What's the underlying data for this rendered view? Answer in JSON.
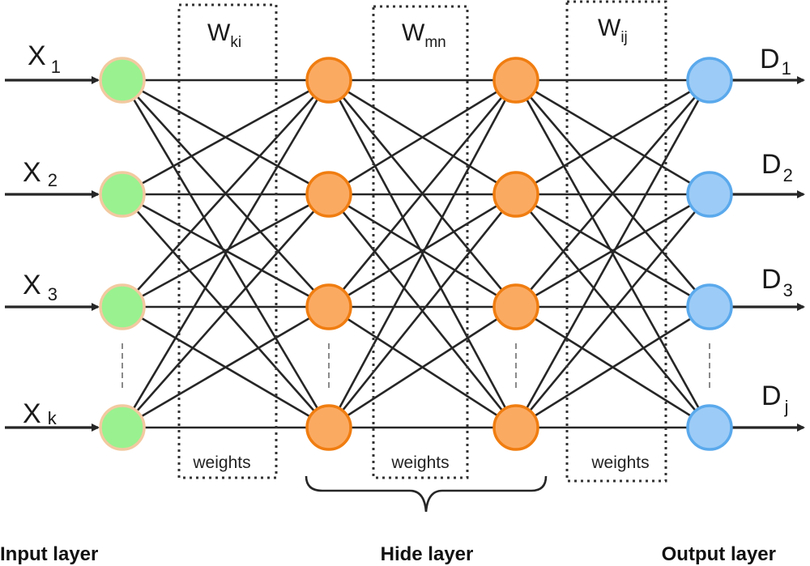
{
  "inputs": [
    {
      "main": "X",
      "sub": "1"
    },
    {
      "main": "X",
      "sub": "2"
    },
    {
      "main": "X",
      "sub": "3"
    },
    {
      "main": "X",
      "sub": "k"
    }
  ],
  "outputs": [
    {
      "main": "D",
      "sub": "1"
    },
    {
      "main": "D",
      "sub": "2"
    },
    {
      "main": "D",
      "sub": "3"
    },
    {
      "main": "D",
      "sub": "j"
    }
  ],
  "weight_boxes": [
    {
      "main": "W",
      "sub": "ki",
      "caption": "weights"
    },
    {
      "main": "W",
      "sub": "mn",
      "caption": "weights"
    },
    {
      "main": "W",
      "sub": "ij",
      "caption": "weights"
    }
  ],
  "layers": {
    "input": "Input layer",
    "hidden": "Hide layer",
    "output": "Output layer"
  },
  "colors": {
    "input_fill": "#99f28f",
    "input_stroke": "#f2c9a0",
    "hidden_fill": "#fbaa62",
    "hidden_stroke": "#f07d10",
    "output_fill": "#9ccbf7",
    "output_stroke": "#5aa9ec",
    "line": "#262626"
  },
  "arrow_icon": "arrow-right-icon"
}
